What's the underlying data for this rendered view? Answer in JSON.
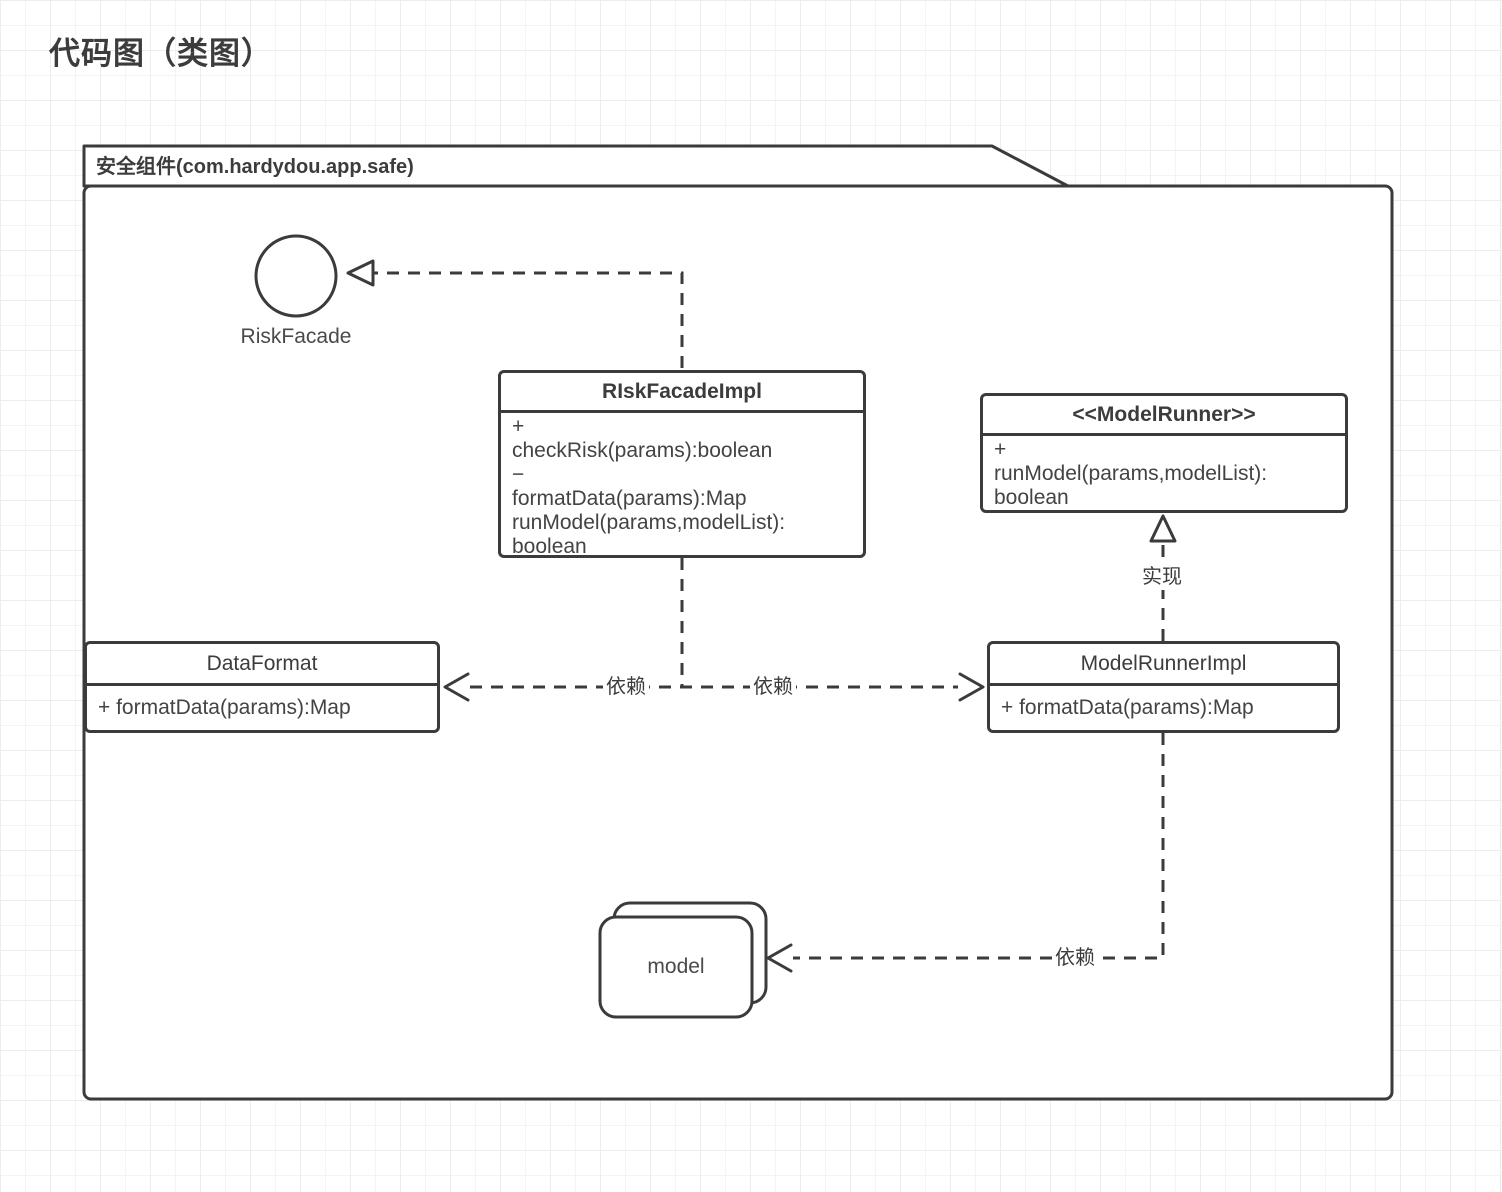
{
  "page": {
    "title": "代码图（类图）"
  },
  "package": {
    "title": "安全组件(com.hardydou.app.safe)"
  },
  "nodes": {
    "risk_facade_interface": {
      "label": "RiskFacade"
    },
    "risk_facade_impl": {
      "title": "RIskFacadeImpl",
      "members": [
        "+",
        "checkRisk(params):boolean",
        "−",
        "formatData(params):Map",
        "runModel(params,modelList):",
        "boolean"
      ]
    },
    "model_runner": {
      "title": "<<ModelRunner>>",
      "members": [
        "+",
        "runModel(params,modelList):",
        "boolean"
      ]
    },
    "data_format": {
      "title": "DataFormat",
      "members": [
        "+ formatData(params):Map"
      ]
    },
    "model_runner_impl": {
      "title": "ModelRunnerImpl",
      "members": [
        "+ formatData(params):Map"
      ]
    },
    "model": {
      "label": "model"
    }
  },
  "edges": {
    "impl_to_interface": {
      "type": "dashed-hollow-triangle",
      "label": ""
    },
    "depend_left": {
      "type": "dashed-open-arrow",
      "label": "依赖"
    },
    "depend_right": {
      "type": "dashed-open-arrow",
      "label": "依赖"
    },
    "realize": {
      "type": "dashed-hollow-triangle",
      "label": "实现"
    },
    "depend_model": {
      "type": "dashed-open-arrow",
      "label": "依赖"
    }
  },
  "colors": {
    "stroke": "#3b3b3b",
    "text": "#3c3c3c",
    "grid": "#ededed",
    "background": "#ffffff"
  }
}
